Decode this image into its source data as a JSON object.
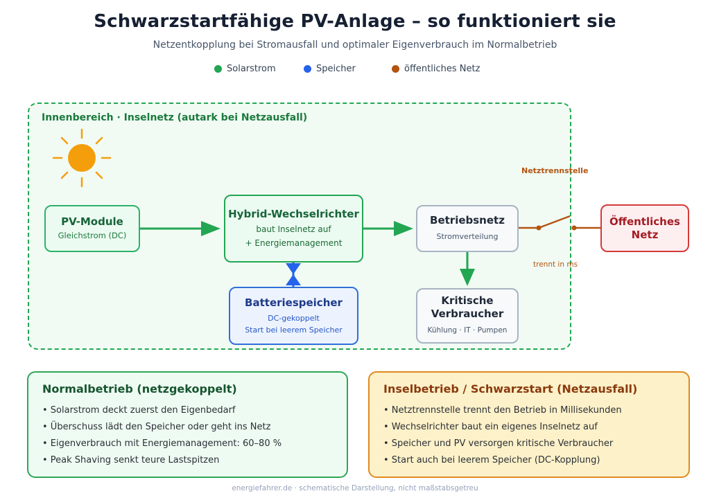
{
  "header": {
    "title": "Schwarzstartfähige PV-Anlage – so funktioniert sie",
    "subtitle": "Netzentkopplung bei Stromausfall und optimaler Eigenverbrauch im Normalbetrieb"
  },
  "legend": [
    {
      "label": "Solarstrom",
      "color": "#22a652"
    },
    {
      "label": "Speicher",
      "color": "#2563eb"
    },
    {
      "label": "öffentliches Netz",
      "color": "#b35410"
    }
  ],
  "zone": {
    "label": "Innenbereich · Inselnetz (autark bei Netzausfall)"
  },
  "nodes": {
    "pv": {
      "title": "PV-Module",
      "sub": "Gleichstrom (DC)"
    },
    "inverter": {
      "title": "Hybrid-Wechselrichter",
      "sub1": "baut Inselnetz auf",
      "sub2": "+ Energiemanagement"
    },
    "battery": {
      "title": "Batteriespeicher",
      "sub1": "DC-gekoppelt",
      "sub2": "Start bei leerem Speicher"
    },
    "grid": {
      "title": "Betriebsnetz",
      "sub": "Stromverteilung"
    },
    "critical": {
      "title1": "Kritische",
      "title2": "Verbraucher",
      "sub": "Kühlung · IT · Pumpen"
    },
    "public": {
      "title1": "Öffentliches",
      "title2": "Netz"
    }
  },
  "separator": {
    "label": "Netztrennstelle",
    "sub": "trennt in ms"
  },
  "panels": {
    "normal": {
      "title": "Normalbetrieb (netzgekoppelt)",
      "items": [
        "• Solarstrom deckt zuerst den Eigenbedarf",
        "• Überschuss lädt den Speicher oder geht ins Netz",
        "• Eigenverbrauch mit Energiemanagement: 60–80 %",
        "• Peak Shaving senkt teure Lastspitzen"
      ]
    },
    "island": {
      "title": "Inselbetrieb / Schwarzstart (Netzausfall)",
      "items": [
        "• Netztrennstelle trennt den Betrieb in Millisekunden",
        "• Wechselrichter baut ein eigenes Inselnetz auf",
        "• Speicher und PV versorgen kritische Verbraucher",
        "• Start auch bei leerem Speicher (DC-Kopplung)"
      ]
    }
  },
  "footer": "energiefahrer.de · schematische Darstellung, nicht maßstabsgetreu",
  "colors": {
    "solar": "#22a652",
    "storage": "#2563eb",
    "public_grid": "#b35410",
    "sun": "#f59e0b"
  }
}
